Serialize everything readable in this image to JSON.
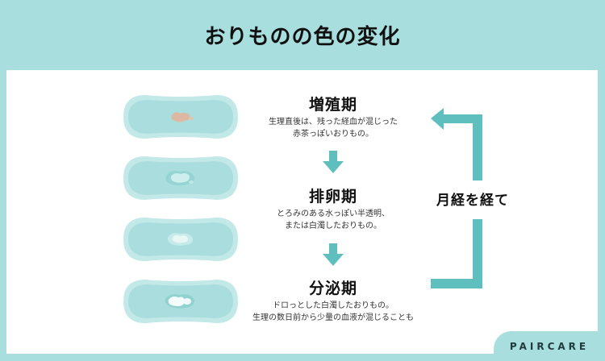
{
  "header": {
    "title": "おりものの色の変化"
  },
  "colors": {
    "frame": "#a9dedf",
    "accent_arrow": "#5fbfbf",
    "pad_outer": "#c3e8e8",
    "pad_inner": "#aadddd",
    "discharge_reddish": "#dcb7a2"
  },
  "stages": [
    {
      "title": "増殖期",
      "desc_line1": "生理直後は、残った経血が混じった",
      "desc_line2": "赤茶っぽいおりもの。"
    },
    {
      "title": "排卵期",
      "desc_line1": "とろみのある水っぽい半透明、",
      "desc_line2": "または白濁したおりもの。"
    },
    {
      "title": "分泌期",
      "desc_line1": "ドロっとした白濁したおりもの。",
      "desc_line2": "生理の数日前から少量の血液が混じることも"
    }
  ],
  "cycle": {
    "label": "月経を経て"
  },
  "pads": [
    {
      "stage": "post-period",
      "discharge": "reddish-brown"
    },
    {
      "stage": "ovulation",
      "discharge": "translucent"
    },
    {
      "stage": "ovulation",
      "discharge": "cloudy"
    },
    {
      "stage": "secretory",
      "discharge": "white"
    }
  ],
  "brand": {
    "name": "PAIRCARE"
  }
}
